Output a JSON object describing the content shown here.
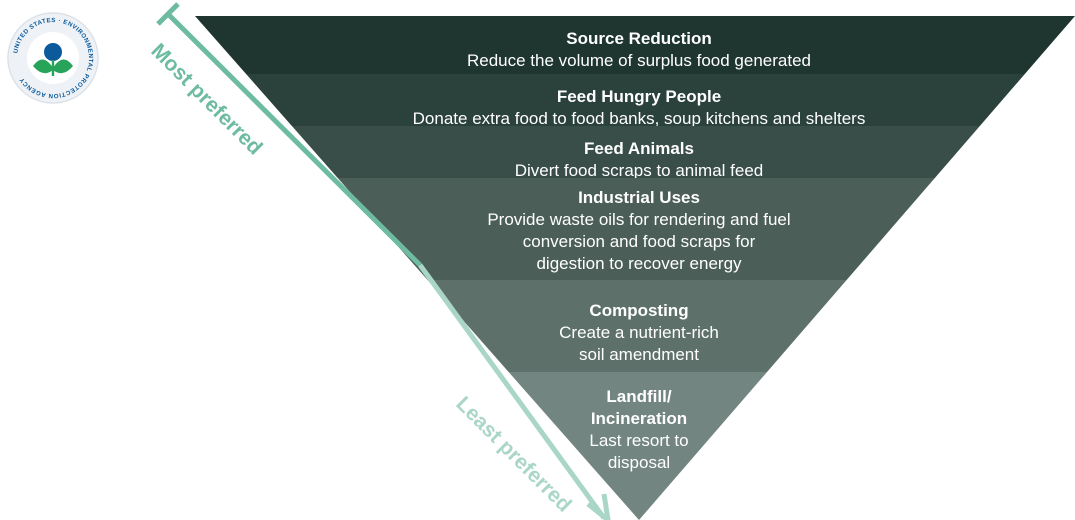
{
  "logo": {
    "arc_text": "UNITED STATES · ENVIRONMENTAL PROTECTION AGENCY",
    "colors": {
      "ring": "#ffffff",
      "inner": "#0a5a9c",
      "leaf": "#27a35a"
    }
  },
  "arrow": {
    "top_label": "Most preferred",
    "bottom_label": "Least preferred",
    "color": "#6dbba0",
    "color_light": "#a9d6c6"
  },
  "tiers": [
    {
      "title": "Source Reduction",
      "lines": [
        "Reduce the volume of surplus food generated"
      ],
      "color": "#1f3530"
    },
    {
      "title": "Feed Hungry People",
      "lines": [
        "Donate extra food to food banks, soup kitchens and shelters"
      ],
      "color": "#2b413b"
    },
    {
      "title": "Feed Animals",
      "lines": [
        "Divert food scraps to animal feed"
      ],
      "color": "#394e48"
    },
    {
      "title": "Industrial Uses",
      "lines": [
        "Provide waste oils for rendering and fuel",
        "conversion and food scraps for",
        "digestion to recover energy"
      ],
      "color": "#4b5e58"
    },
    {
      "title": "Composting",
      "lines": [
        "Create a nutrient-rich",
        "soil amendment"
      ],
      "color": "#5e706a"
    },
    {
      "title": "Landfill/ Incineration",
      "lines": [
        "Last resort to",
        "disposal"
      ],
      "color": "#728580"
    }
  ]
}
